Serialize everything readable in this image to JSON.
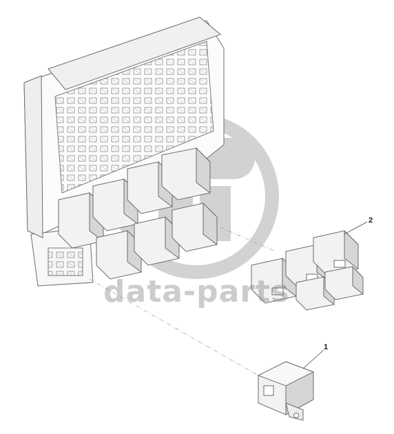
{
  "callouts": [
    {
      "id": "2",
      "label": "2"
    },
    {
      "id": "1",
      "label": "1"
    }
  ],
  "watermark": {
    "text": "data-parts"
  },
  "colors": {
    "line": "#6b6b6b",
    "relay_face": "#f2f2f2",
    "relay_side": "#d6d6d6",
    "watermark": "#8a8a8a"
  }
}
